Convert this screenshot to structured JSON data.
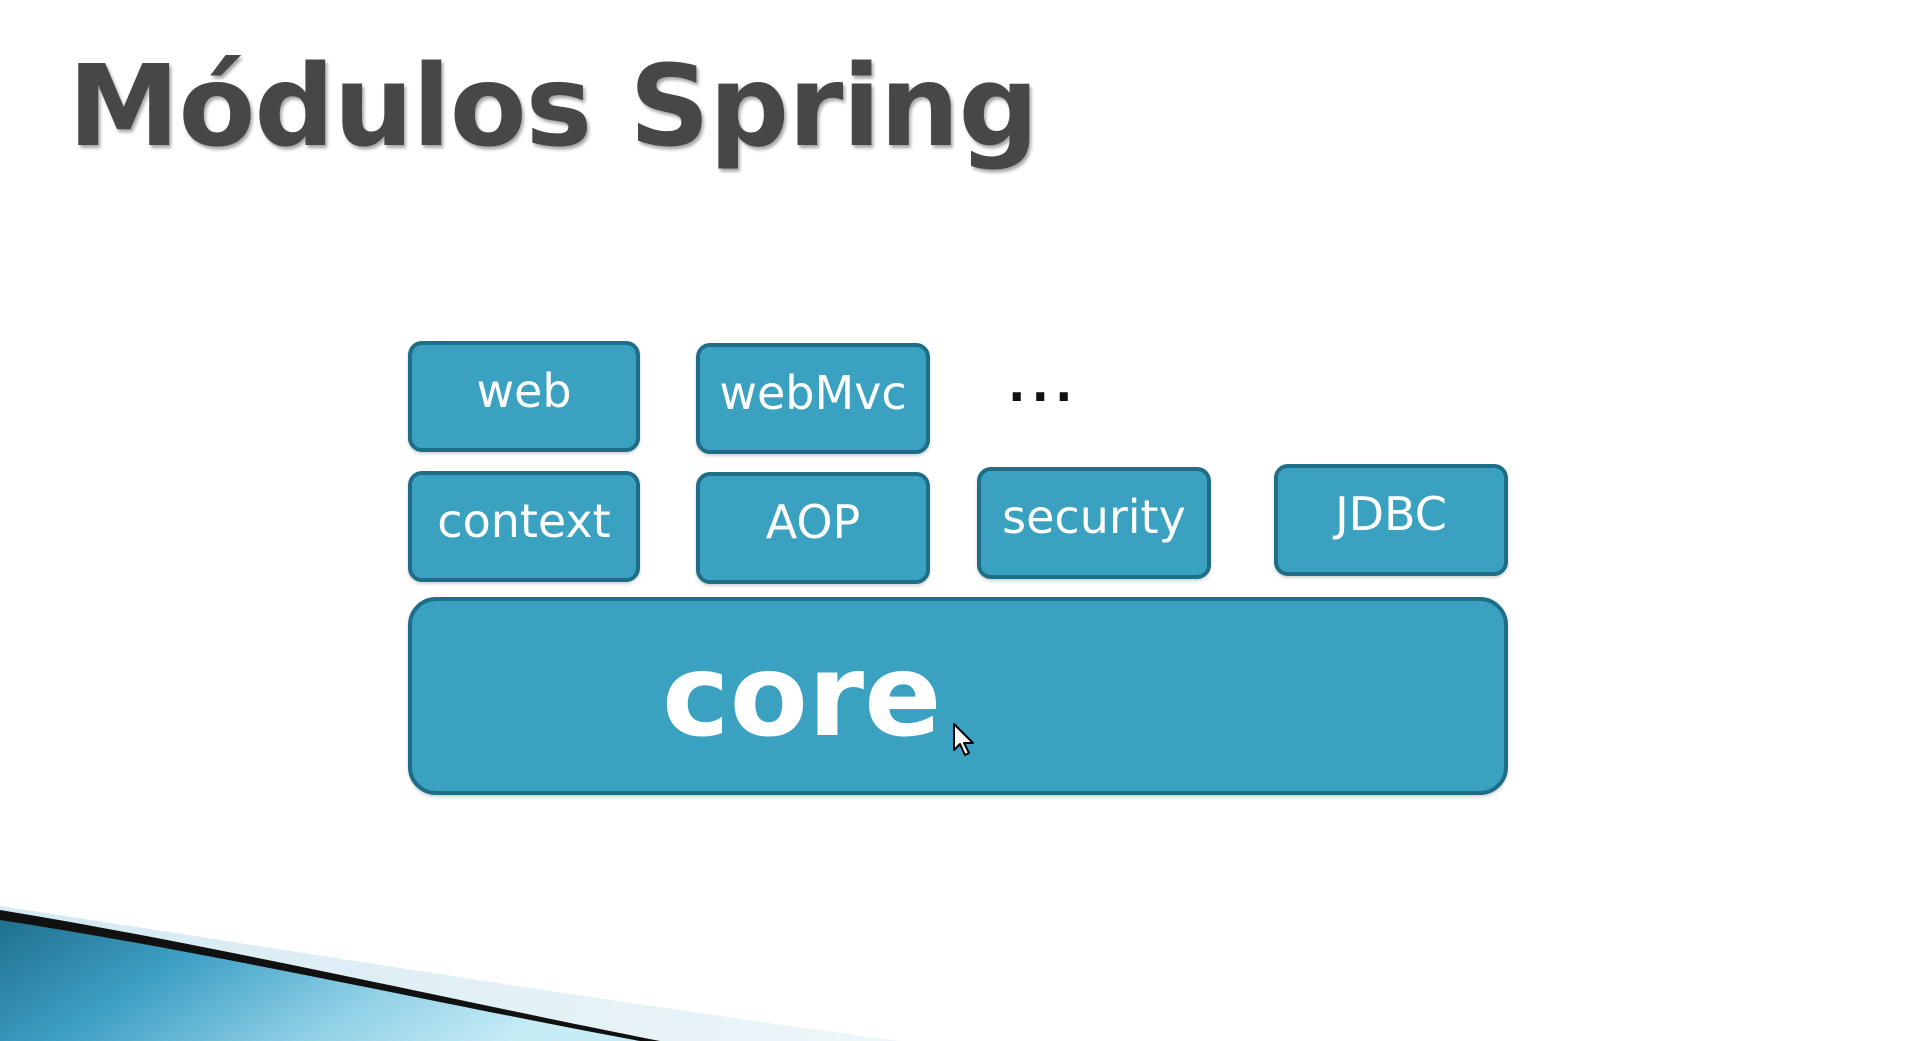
{
  "slide": {
    "title": "Módulos Spring"
  },
  "diagram": {
    "modules": {
      "web": "web",
      "webmvc": "webMvc",
      "ellipsis": "...",
      "context": "context",
      "aop": "AOP",
      "security": "security",
      "jdbc": "JDBC",
      "core": "core"
    }
  },
  "colors": {
    "module_fill": "#3aa1c1",
    "module_border": "#1f6e87",
    "title_text": "#474747",
    "module_text": "#ffffff"
  },
  "icons": {
    "pointer": "mouse-cursor-icon"
  }
}
